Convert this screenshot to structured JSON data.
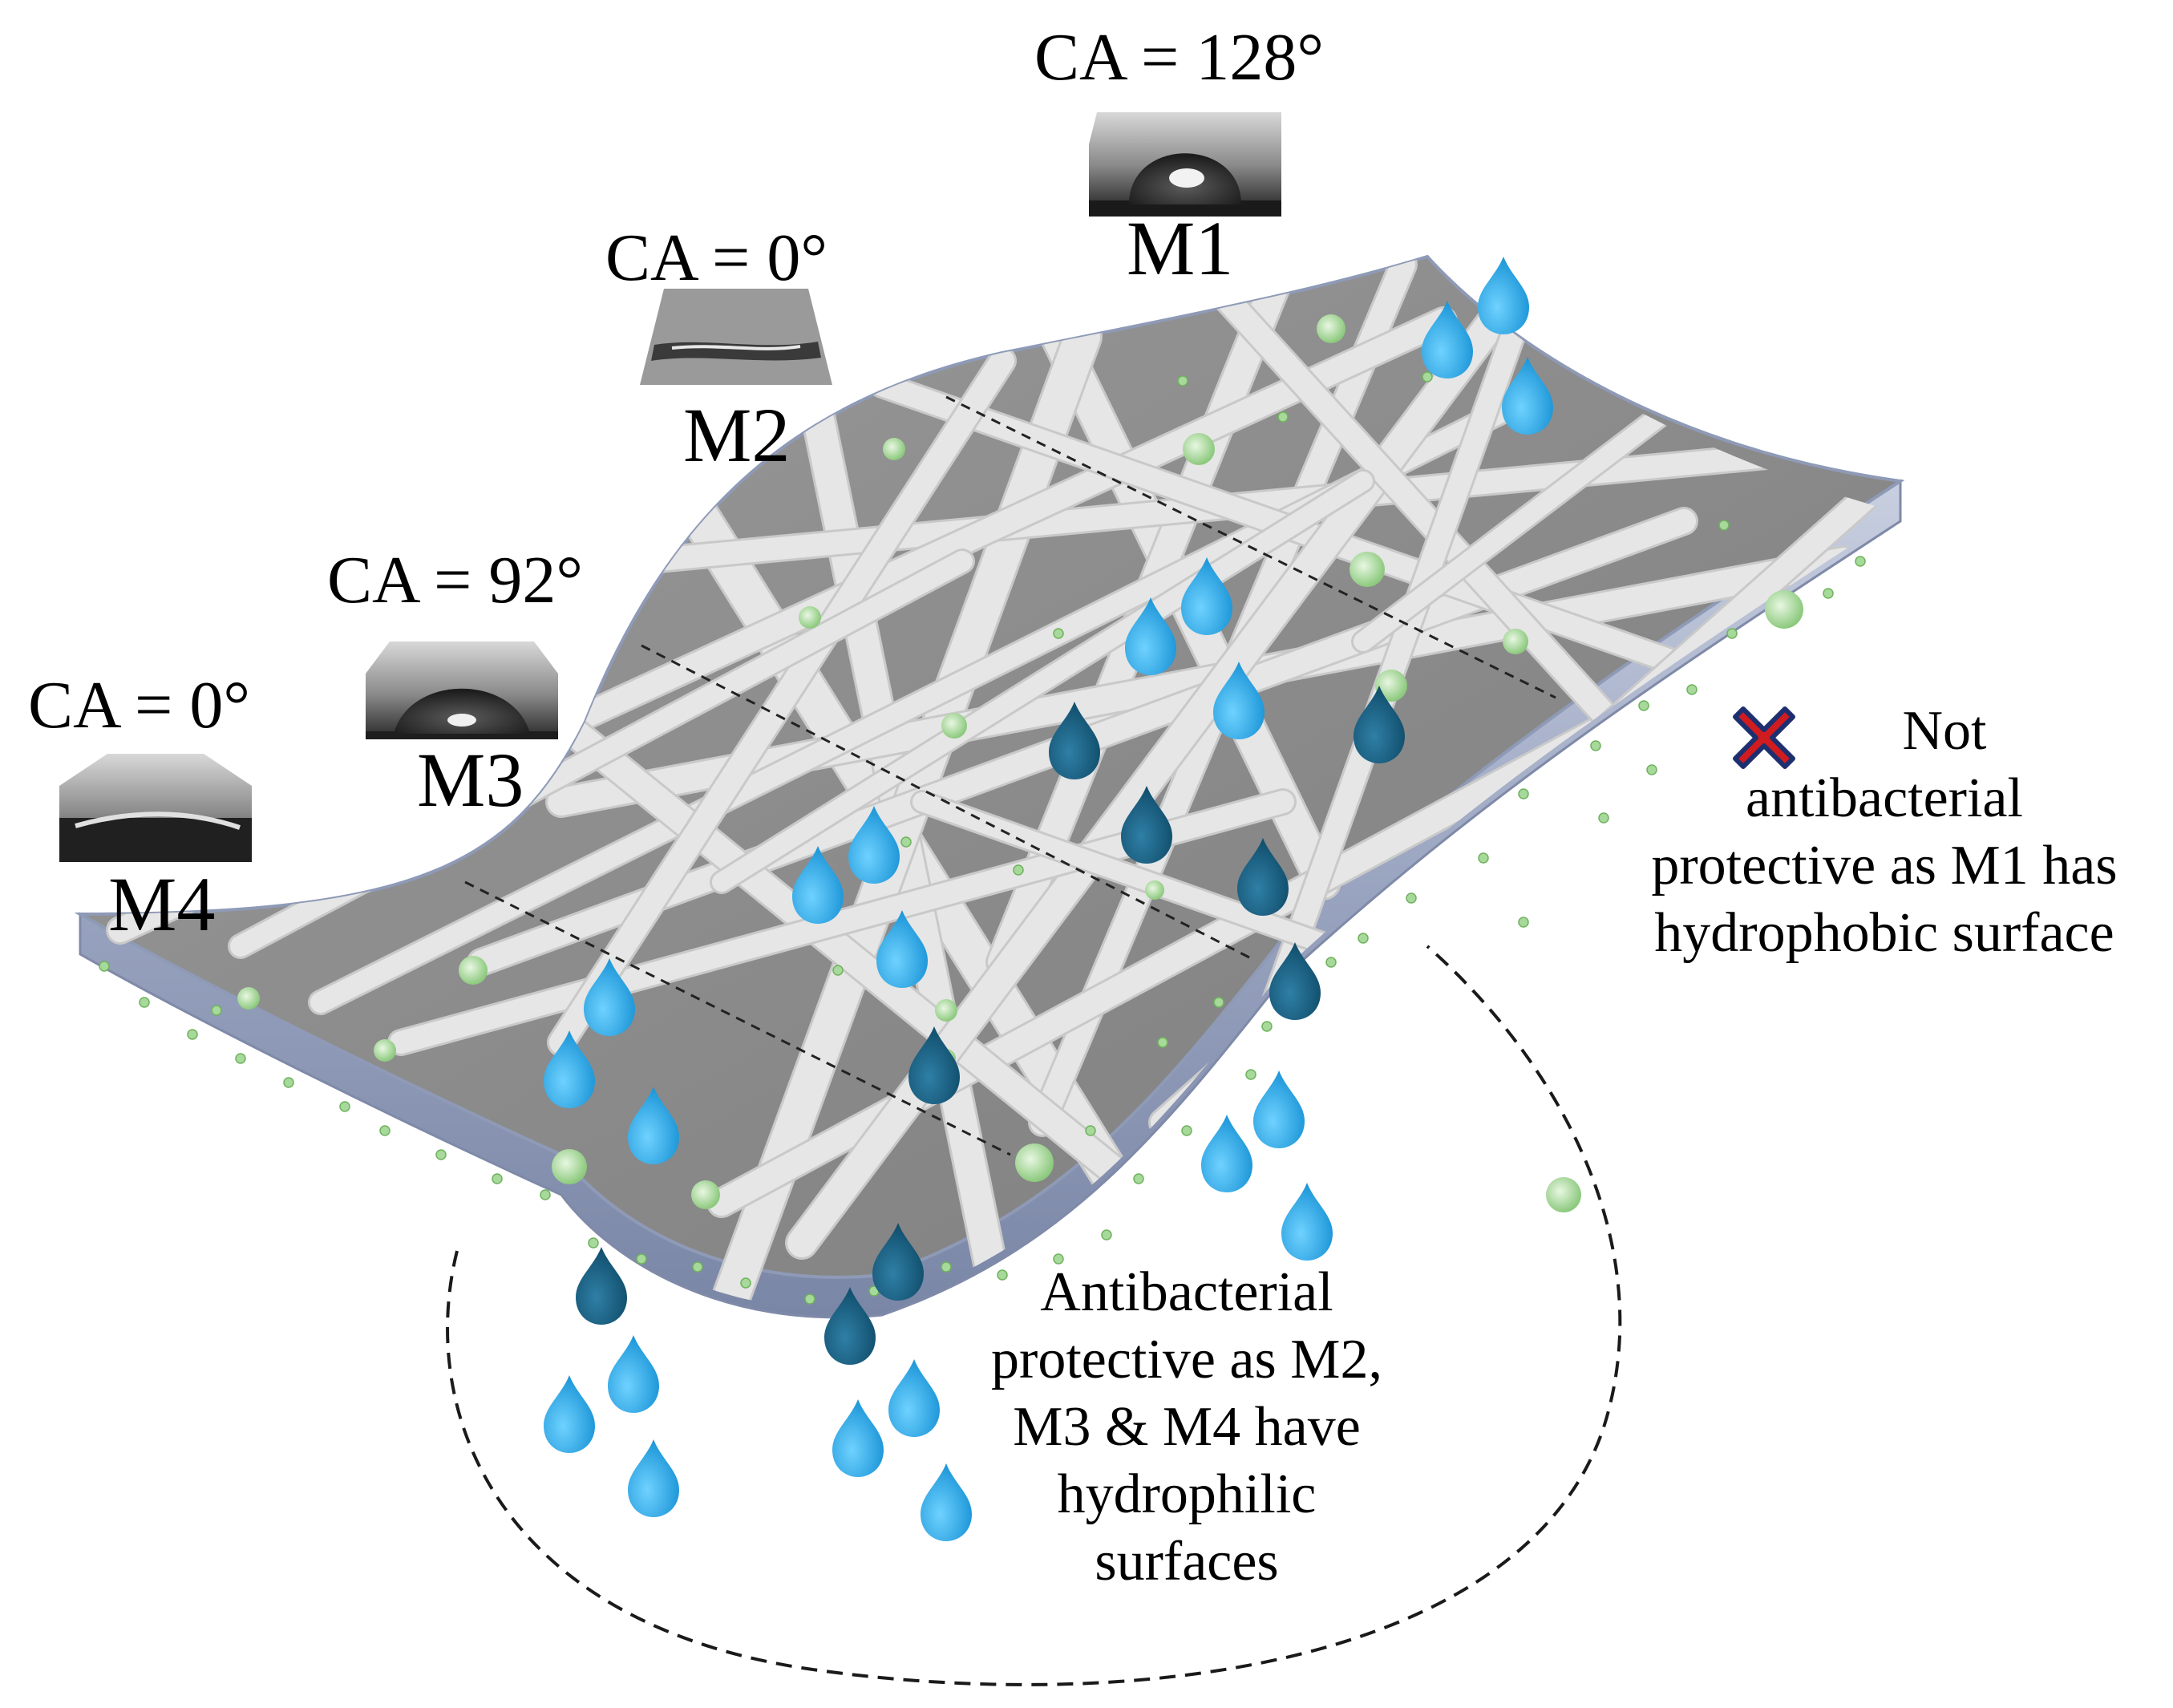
{
  "samples": [
    {
      "id": "M1",
      "ca": "CA = 128°"
    },
    {
      "id": "M2",
      "ca": "CA = 0°"
    },
    {
      "id": "M3",
      "ca": "CA = 92°"
    },
    {
      "id": "M4",
      "ca": "CA = 0°"
    }
  ],
  "note_right": {
    "lines": [
      "Not",
      "antibacterial",
      "protective as M1 has",
      "hydrophobic surface"
    ],
    "icon": "cross-icon",
    "icon_color": "#d01c1f",
    "icon_outline": "#1d2f6f"
  },
  "note_bottom": {
    "lines": [
      "Antibacterial",
      "protective as M2,",
      "M3 & M4 have",
      "hydrophilic",
      "surfaces"
    ]
  },
  "colors": {
    "water_drop": "#1aa3e0",
    "dark_drop": "#135a80",
    "bacteria": "#a6d99a",
    "membrane_edge": "#9aa6c3",
    "fiber": "#e6e6e6"
  }
}
